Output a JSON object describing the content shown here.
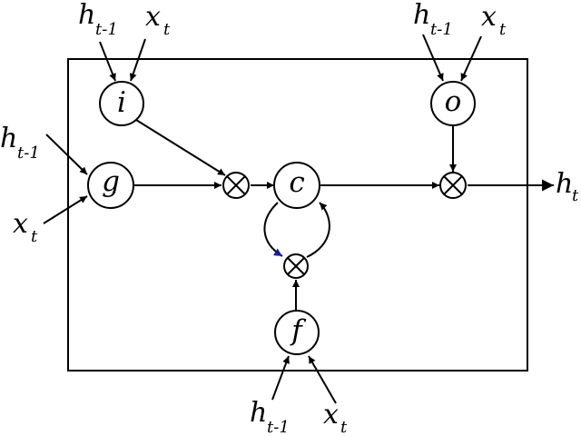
{
  "diagram": {
    "nodes": {
      "input_gate": "i",
      "output_gate": "o",
      "candidate": "g",
      "cell": "c",
      "forget_gate": "f"
    },
    "input_labels": {
      "prev_hidden": {
        "main": "h",
        "sub": "t-1"
      },
      "current_input": {
        "main": "x",
        "sub": "t"
      }
    },
    "output_label": {
      "main": "h",
      "sub": "t"
    },
    "colors": {
      "line": "#000000",
      "accent_arrow": "#1a1aa6"
    }
  }
}
